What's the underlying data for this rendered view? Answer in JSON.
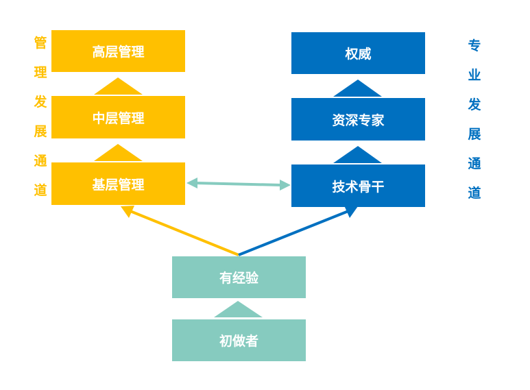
{
  "left_track": {
    "label": "管理发展通道",
    "color": "#FFC000",
    "levels": [
      "高层管理",
      "中层管理",
      "基层管理"
    ]
  },
  "right_track": {
    "label": "专业发展通道",
    "color": "#0070C0",
    "levels": [
      "权威",
      "资深专家",
      "技术骨干"
    ]
  },
  "base": {
    "color": "#86CBBF",
    "levels": [
      "有经验",
      "初做者"
    ]
  }
}
